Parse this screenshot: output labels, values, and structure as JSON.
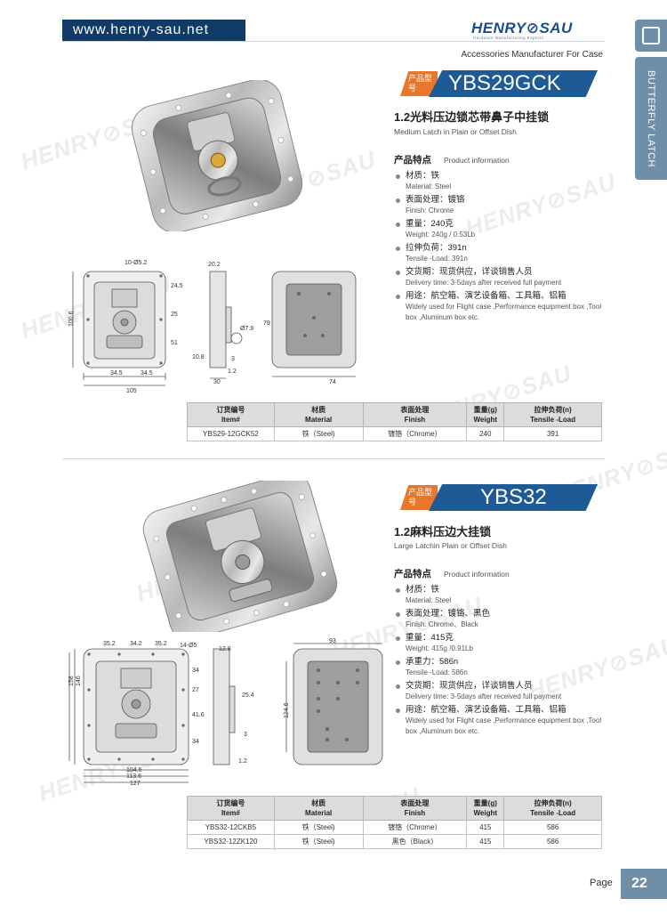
{
  "header": {
    "url": "www.henry-sau.net",
    "logo_text": "HENRY⊘SAU",
    "logo_sub": "Hardware Manufacturing Experts",
    "tagline": "Accessories Manufacturer For Case"
  },
  "side_tab": {
    "label": "BUTTERFLY LATCH",
    "icon": "bookmark-icon"
  },
  "watermark": "HENRY⊘SAU",
  "products": [
    {
      "tag": "产品型号",
      "model": "YBS29GCK",
      "cn_title": "1.2光料压边锁芯带鼻子中挂锁",
      "en_title": "Medium Latch in Plain or Offset Dish",
      "feature_head_cn": "产品特点",
      "feature_head_en": "Product information",
      "features": [
        {
          "cn": "材质：铁",
          "en": "Material: Steel"
        },
        {
          "cn": "表面处理：镀铬",
          "en": "Finish: Chrome"
        },
        {
          "cn": "重量：240克",
          "en": "Weight: 240g / 0.53Lb"
        },
        {
          "cn": "拉伸负荷：391n",
          "en": "Tensile -Load: 391n"
        },
        {
          "cn": "交货期：现货供应，详谈销售人员",
          "en": "Delivery time: 3-5days after received full payment"
        },
        {
          "cn": "用途：航空箱、演艺设备箱、工具箱、铝箱",
          "en": "Widely used for Flight case ,Performance equipment box ,Tool box ,Aluminum box etc."
        }
      ],
      "dims": {
        "hole": "10-Ø5.2",
        "d1": "20.2",
        "d2": "24.5",
        "d3": "25",
        "d4": "51",
        "h": "100.6",
        "d5": "Ø7.9",
        "d6": "79",
        "d7": "3",
        "d8": "10.8",
        "d9": "1.2",
        "d10": "30",
        "w1": "34.5",
        "w2": "34.5",
        "w": "105",
        "back": "74"
      },
      "table": {
        "headers": [
          {
            "cn": "订货编号",
            "en": "Item#"
          },
          {
            "cn": "材质",
            "en": "Material"
          },
          {
            "cn": "表面处理",
            "en": "Finish"
          },
          {
            "cn": "重量(g)",
            "en": "Weight"
          },
          {
            "cn": "拉伸负荷(n)",
            "en": "Tensile -Load"
          }
        ],
        "rows": [
          [
            "YBS29-12GCK52",
            "铁（Steel)",
            "镀铬（Chrome）",
            "240",
            "391"
          ]
        ]
      }
    },
    {
      "tag": "产品型号",
      "model": "YBS32",
      "cn_title": "1.2麻料压边大挂锁",
      "en_title": "Large Latchin Plain or Offset Dish",
      "feature_head_cn": "产品特点",
      "feature_head_en": "Product information",
      "features": [
        {
          "cn": "材质：铁",
          "en": "Material: Steel"
        },
        {
          "cn": "表面处理：镀铬、黑色",
          "en": "Finish: Chrome、Black"
        },
        {
          "cn": "重量：415克",
          "en": "Weight: 415g /0.91Lb"
        },
        {
          "cn": "承重力：586n",
          "en": "Tensile -Load: 586n"
        },
        {
          "cn": "交货期：现货供应，详谈销售人员",
          "en": "Delivery time: 3-5days after received full payment"
        },
        {
          "cn": "用途：航空箱、演艺设备箱、工具箱、铝箱",
          "en": "Widely used for Flight case ,Performance equipment box ,Tool box ,Aluminum box etc."
        }
      ],
      "dims": {
        "t1": "35.2",
        "t2": "34.2",
        "t3": "35.2",
        "hole": "14-Ø5",
        "d1": "12.8",
        "h1": "158",
        "h2": "146",
        "r1": "34",
        "r2": "27",
        "r3": "41.6",
        "r4": "34",
        "d2": "25.4",
        "d3": "3",
        "d4": "1.2",
        "b1": "104.6",
        "b2": "113.6",
        "b3": "127",
        "back_w": "93",
        "back_h": "124.6"
      },
      "table": {
        "headers": [
          {
            "cn": "订货编号",
            "en": "Item#"
          },
          {
            "cn": "材质",
            "en": "Material"
          },
          {
            "cn": "表面处理",
            "en": "Finish"
          },
          {
            "cn": "重量(g)",
            "en": "Weight"
          },
          {
            "cn": "拉伸负荷(n)",
            "en": "Tensile -Load"
          }
        ],
        "rows": [
          [
            "YBS32-12CKB5",
            "铁（Steel)",
            "镀铬（Chrome）",
            "415",
            "586"
          ],
          [
            "YBS32-12ZK120",
            "铁（Steel)",
            "黑色（Black）",
            "415",
            "586"
          ]
        ]
      }
    }
  ],
  "footer": {
    "page_label": "Page",
    "page_number": "22"
  },
  "colors": {
    "navy": "#0f3b66",
    "model_blue": "#1d5a96",
    "tag_orange": "#e8772c",
    "side_gray_blue": "#6f8fa9"
  }
}
